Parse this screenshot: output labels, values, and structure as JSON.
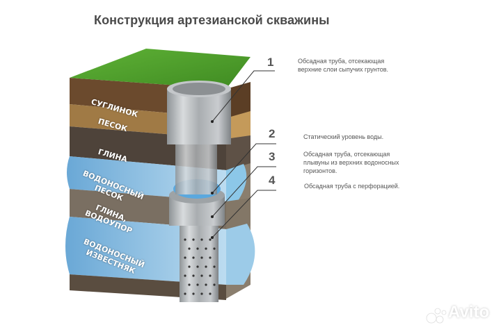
{
  "title": "Конструкция артезианской скважины",
  "callouts": [
    {
      "number": "1",
      "text": "Обсадная труба, отсекающая верхние слои сыпучих грунтов."
    },
    {
      "number": "2",
      "text": "Статический уровень воды."
    },
    {
      "number": "3",
      "text": "Обсадная труба, отсекающая плывуны из верхних водоносных горизонтов."
    },
    {
      "number": "4",
      "text": "Обсадная труба с перфорацией."
    }
  ],
  "layers": [
    {
      "label": "Суглинок"
    },
    {
      "label": "Песок"
    },
    {
      "label": "Глина"
    },
    {
      "label": "Водоносный песок"
    },
    {
      "label": "Глина, водоупор"
    },
    {
      "label": "Водоносный известняк"
    }
  ],
  "watermark": "Avito",
  "colors": {
    "title": "#4a4a4a",
    "grass": "#4c9a2a",
    "water": "#7fb8dc",
    "pipe": "#b8bcbf",
    "text": "#555555"
  }
}
